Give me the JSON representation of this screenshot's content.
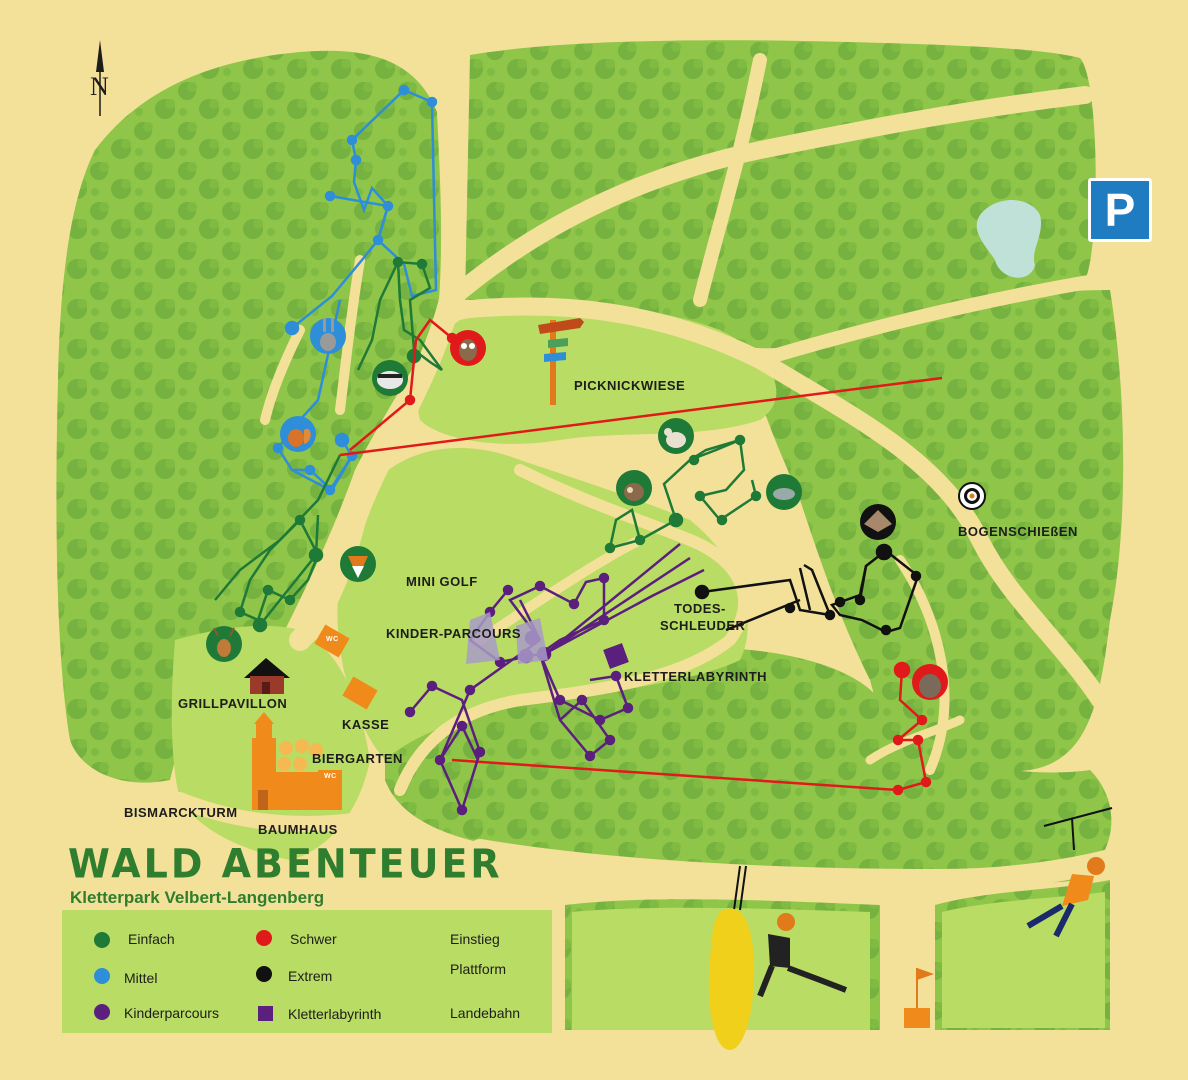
{
  "title": "WALD ABENTEUER",
  "subtitle": "Kletterpark Velbert-Langenberg",
  "north_label": "N",
  "parking_label": "P",
  "places": {
    "picknickwiese": "PICKNICKWIESE",
    "bogenschiessen": "BOGENSCHIEßEN",
    "mini_golf": "MINI GOLF",
    "kinder_parcours": "KINDER-PARCOURS",
    "todes": "TODES-",
    "schleuder": "SCHLEUDER",
    "kletterlabyrinth": "KLETTERLABYRINTH",
    "grillpavillon": "GRILLPAVILLON",
    "kasse": "KASSE",
    "biergarten": "BIERGARTEN",
    "bismarckturm": "BISMARCKTURM",
    "baumhaus": "BAUMHAUS",
    "wc": "WC"
  },
  "legend": {
    "einfach": "Einfach",
    "mittel": "Mittel",
    "kinderparcours": "Kinderparcours",
    "schwer": "Schwer",
    "extrem": "Extrem",
    "kletterlabyrinth": "Kletterlabyrinth",
    "einstieg": "Einstieg",
    "plattform": "Plattform",
    "landebahn": "Landebahn"
  },
  "colors": {
    "einfach": "#1e7a36",
    "mittel": "#2e8ed8",
    "kinderparcours": "#5b1f7d",
    "schwer": "#e01a1a",
    "extrem": "#111111",
    "kletterlabyrinth": "#5b1f7d",
    "forest": "#8fc548",
    "meadow": "#b9dc64",
    "path": "#f3e19a",
    "parking": "#1f7cc1"
  },
  "icons": [
    "north-arrow-icon",
    "parking-icon",
    "rabbit-icon",
    "badger-icon",
    "owl-icon",
    "squirrel-icon",
    "fox-icon",
    "deer-icon",
    "mouse-icon",
    "hedgehog-icon",
    "bird-icon",
    "eagle-icon",
    "bear-icon",
    "target-icon",
    "signpost-icon",
    "hut-icon",
    "wc-icon",
    "tower-icon",
    "zipline-person-icon",
    "punching-bag-icon",
    "flag-icon"
  ]
}
